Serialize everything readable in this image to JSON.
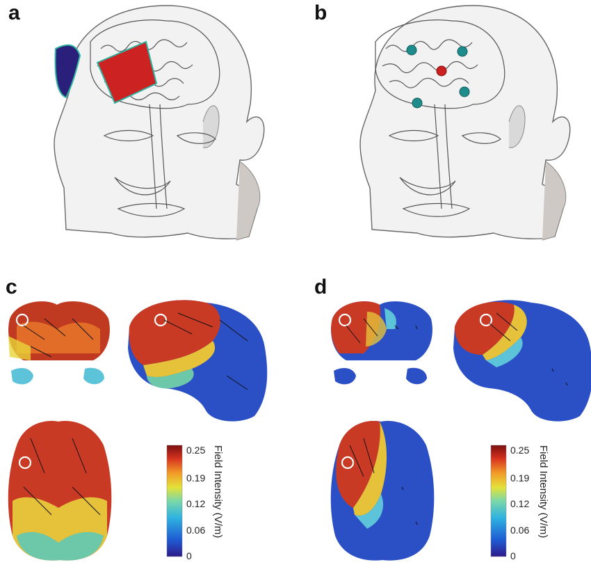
{
  "panels": {
    "a": "a",
    "b": "b",
    "c": "c",
    "d": "d"
  },
  "colorbar": {
    "title": "Field Intensity (V/m)",
    "ticks": [
      "0.25",
      "0.19",
      "0.12",
      "0.06",
      "0"
    ],
    "colors": [
      "#2d1a8a",
      "#1f5bd3",
      "#2fb3e0",
      "#7bd8a8",
      "#e3e23a",
      "#f29b28",
      "#d6331f",
      "#7a0f0f"
    ]
  },
  "electrodes": {
    "pad_anode_color": "#cc2222",
    "pad_cathode_color": "#2a1f7a",
    "hd_center_color": "#cc1f1f",
    "hd_ring_color": "#1f8c8c"
  }
}
